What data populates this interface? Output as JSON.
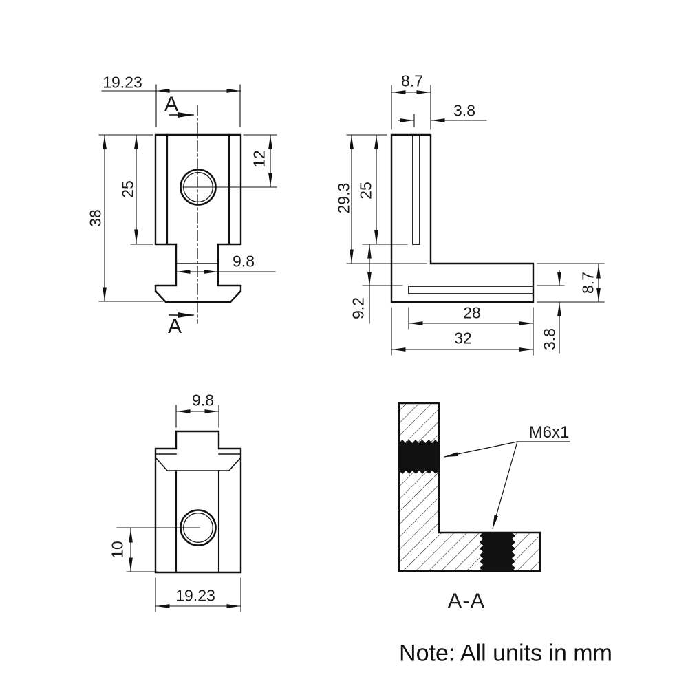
{
  "note": "Note: All units in mm",
  "front_view": {
    "overall_width": "19.23",
    "overall_height": "38",
    "flange_height": "25",
    "hole_center_from_top": "12",
    "neck_width": "9.8",
    "section_marker_top": "A",
    "section_marker_bottom": "A"
  },
  "side_view": {
    "leg_thickness": "8.7",
    "slot_wall_offset": "3.8",
    "leg_inner_height": "29.3",
    "slot_depth": "25",
    "web_height": "9.2",
    "base_thickness": "8.7",
    "base_slot_offset": "3.8",
    "base_inner_length": "28",
    "base_length": "32"
  },
  "bottom_view": {
    "neck_width": "9.8",
    "hole_center_from_bottom": "10",
    "overall_width": "19.23"
  },
  "section_view": {
    "thread_callout": "M6x1",
    "section_label": "A-A"
  }
}
